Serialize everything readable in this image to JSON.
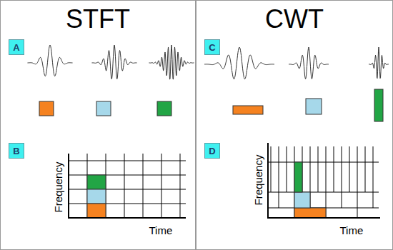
{
  "diagram": {
    "nodes": [
      {
        "text": [
          "STFT"
        ]
      },
      {
        "text": [
          "A"
        ],
        "in": 0
      },
      {
        "text": [
          "B"
        ],
        "in": 0
      },
      {
        "text": [
          "CWT"
        ]
      },
      {
        "text": [
          "C"
        ],
        "in": 3
      },
      {
        "text": [
          "D"
        ],
        "in": 3
      }
    ],
    "labels": [
      "Frequency",
      "Time",
      "Frequency",
      "Time"
    ]
  }
}
